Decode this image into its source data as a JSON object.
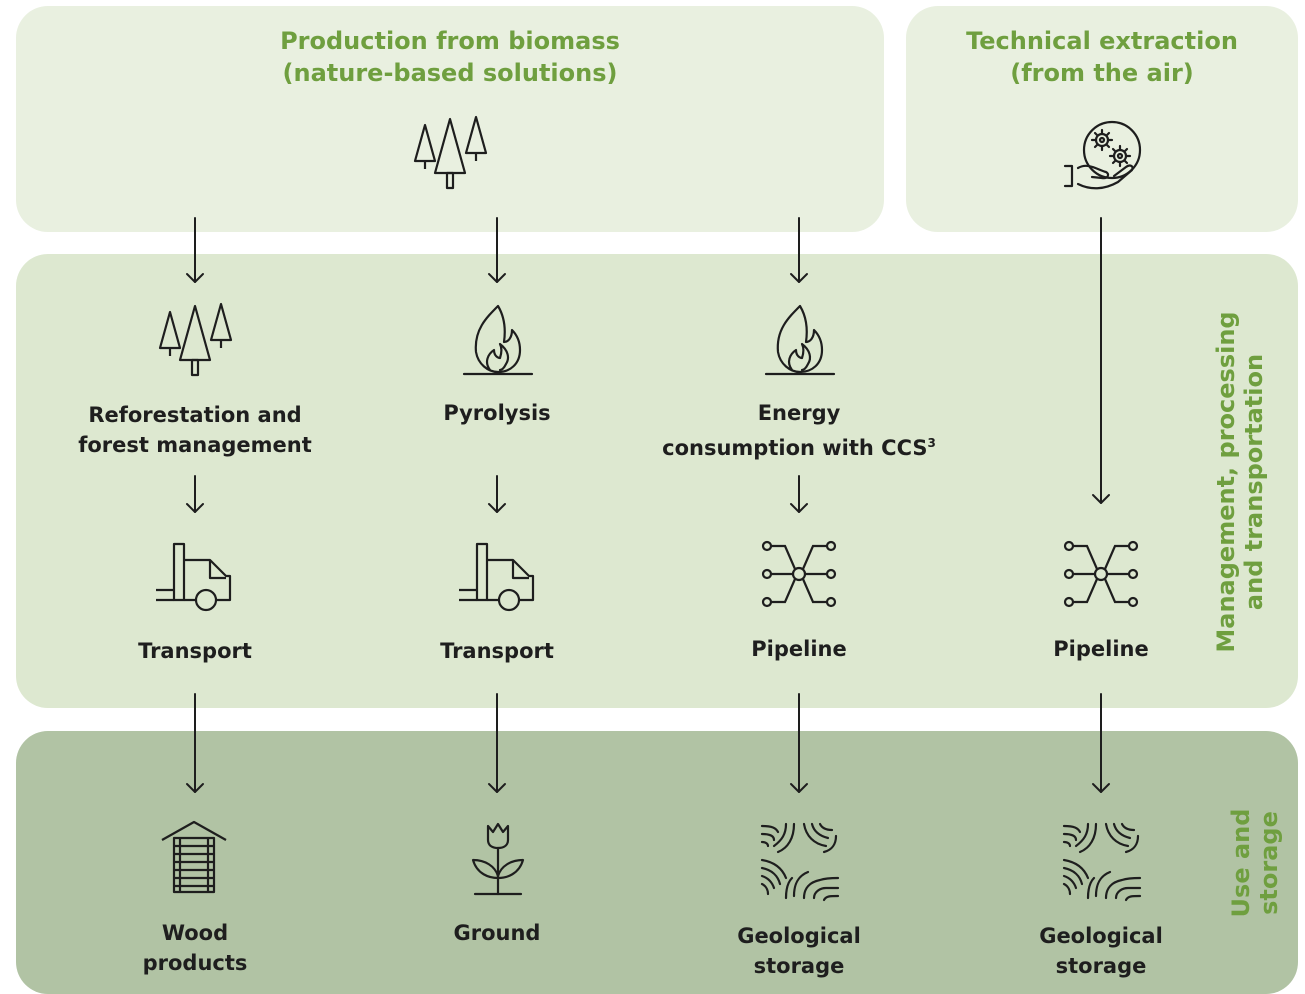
{
  "sections": {
    "biomass_title": "Production from biomass\n(nature-based solutions)",
    "technical_title": "Technical extraction\n(from the air)",
    "management_label": "Management, processing\nand transportation",
    "storage_label": "Use and storage"
  },
  "columns": [
    {
      "process": {
        "label": "Reforestation and\nforest management",
        "icon": "forest-icon"
      },
      "transport": {
        "label": "Transport",
        "icon": "truck-icon"
      },
      "storage": {
        "label": "Wood\nproducts",
        "icon": "wood-products-icon"
      }
    },
    {
      "process": {
        "label": "Pyrolysis",
        "icon": "fire-icon"
      },
      "transport": {
        "label": "Transport",
        "icon": "truck-icon"
      },
      "storage": {
        "label": "Ground",
        "icon": "plant-icon"
      }
    },
    {
      "process": {
        "label": "Energy\nconsumption with CCS",
        "superscript": "3",
        "icon": "fire-icon"
      },
      "transport": {
        "label": "Pipeline",
        "icon": "pipeline-icon"
      },
      "storage": {
        "label": "Geological\nstorage",
        "icon": "geological-storage-icon"
      }
    },
    {
      "transport": {
        "label": "Pipeline",
        "icon": "pipeline-icon"
      },
      "storage": {
        "label": "Geological\nstorage",
        "icon": "geological-storage-icon"
      }
    }
  ],
  "source_icons": {
    "biomass": "forest-icon",
    "technical": "hand-gears-icon"
  },
  "colors": {
    "heading_green": "#6f9f3f",
    "panel_light": "#e9f0e0",
    "panel_mid": "#dde8d0",
    "panel_dark": "#b1c3a4",
    "ink": "#1e1e1e"
  }
}
